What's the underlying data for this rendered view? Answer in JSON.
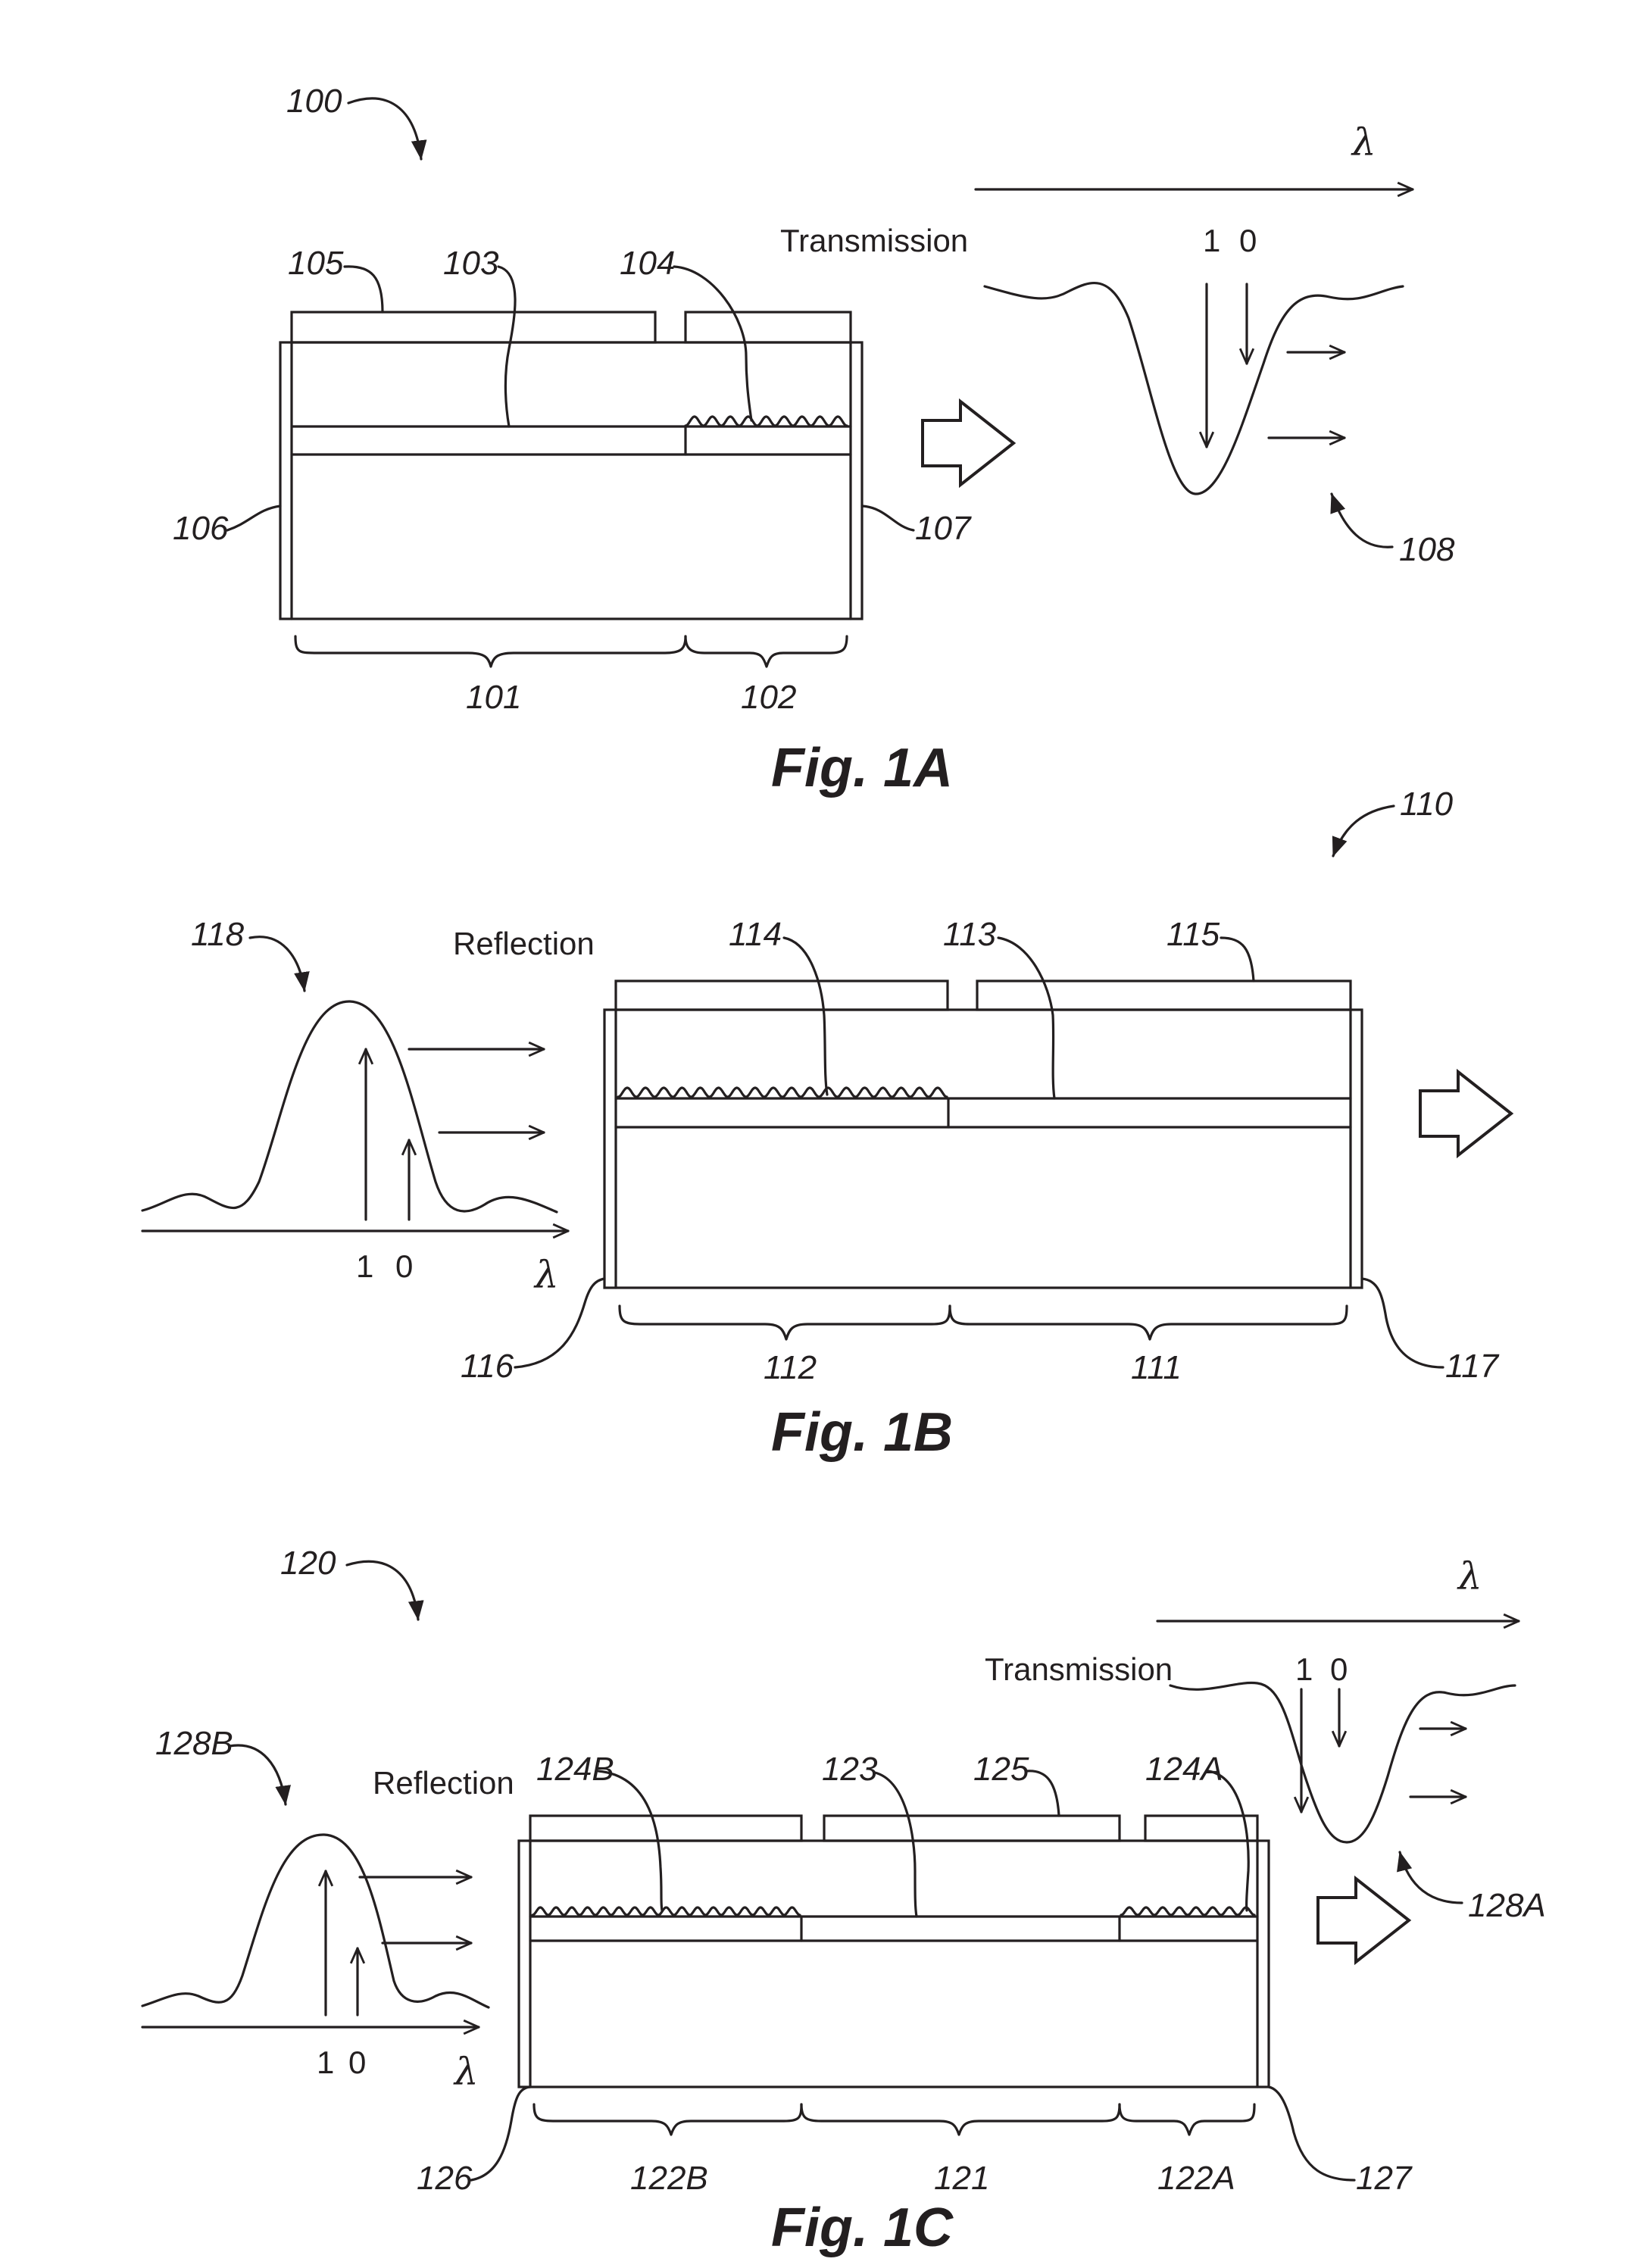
{
  "fig1a": {
    "caption": "Fig. 1A",
    "ref_main": "100",
    "ref_gain": "101",
    "ref_grating": "102",
    "ref_waveguide": "103",
    "ref_dbr": "104",
    "ref_electrode": "105",
    "ref_left_facet": "106",
    "ref_right_facet": "107",
    "ref_spectrum": "108",
    "label_transmission": "Transmission",
    "label_lambda": "λ",
    "level_1": "1",
    "level_0": "0"
  },
  "fig1b": {
    "caption": "Fig. 1B",
    "ref_main": "110",
    "ref_gain": "111",
    "ref_grating": "112",
    "ref_waveguide": "113",
    "ref_dbr": "114",
    "ref_electrode": "115",
    "ref_left_facet": "116",
    "ref_right_facet": "117",
    "ref_spectrum": "118",
    "label_reflection": "Reflection",
    "label_lambda": "λ",
    "level_1": "1",
    "level_0": "0"
  },
  "fig1c": {
    "caption": "Fig. 1C",
    "ref_main": "120",
    "ref_gain": "121",
    "ref_grating_a": "122A",
    "ref_grating_b": "122B",
    "ref_waveguide": "123",
    "ref_dbr_a": "124A",
    "ref_dbr_b": "124B",
    "ref_electrode": "125",
    "ref_left_facet": "126",
    "ref_right_facet": "127",
    "ref_spectrum_a": "128A",
    "ref_spectrum_b": "128B",
    "label_transmission": "Transmission",
    "label_reflection": "Reflection",
    "label_lambda": "λ",
    "level_1_right": "1",
    "level_0_right": "0",
    "level_1_left": "1",
    "level_0_left": "0"
  },
  "colors": {
    "ink": "#231f20",
    "paper": "#ffffff"
  }
}
